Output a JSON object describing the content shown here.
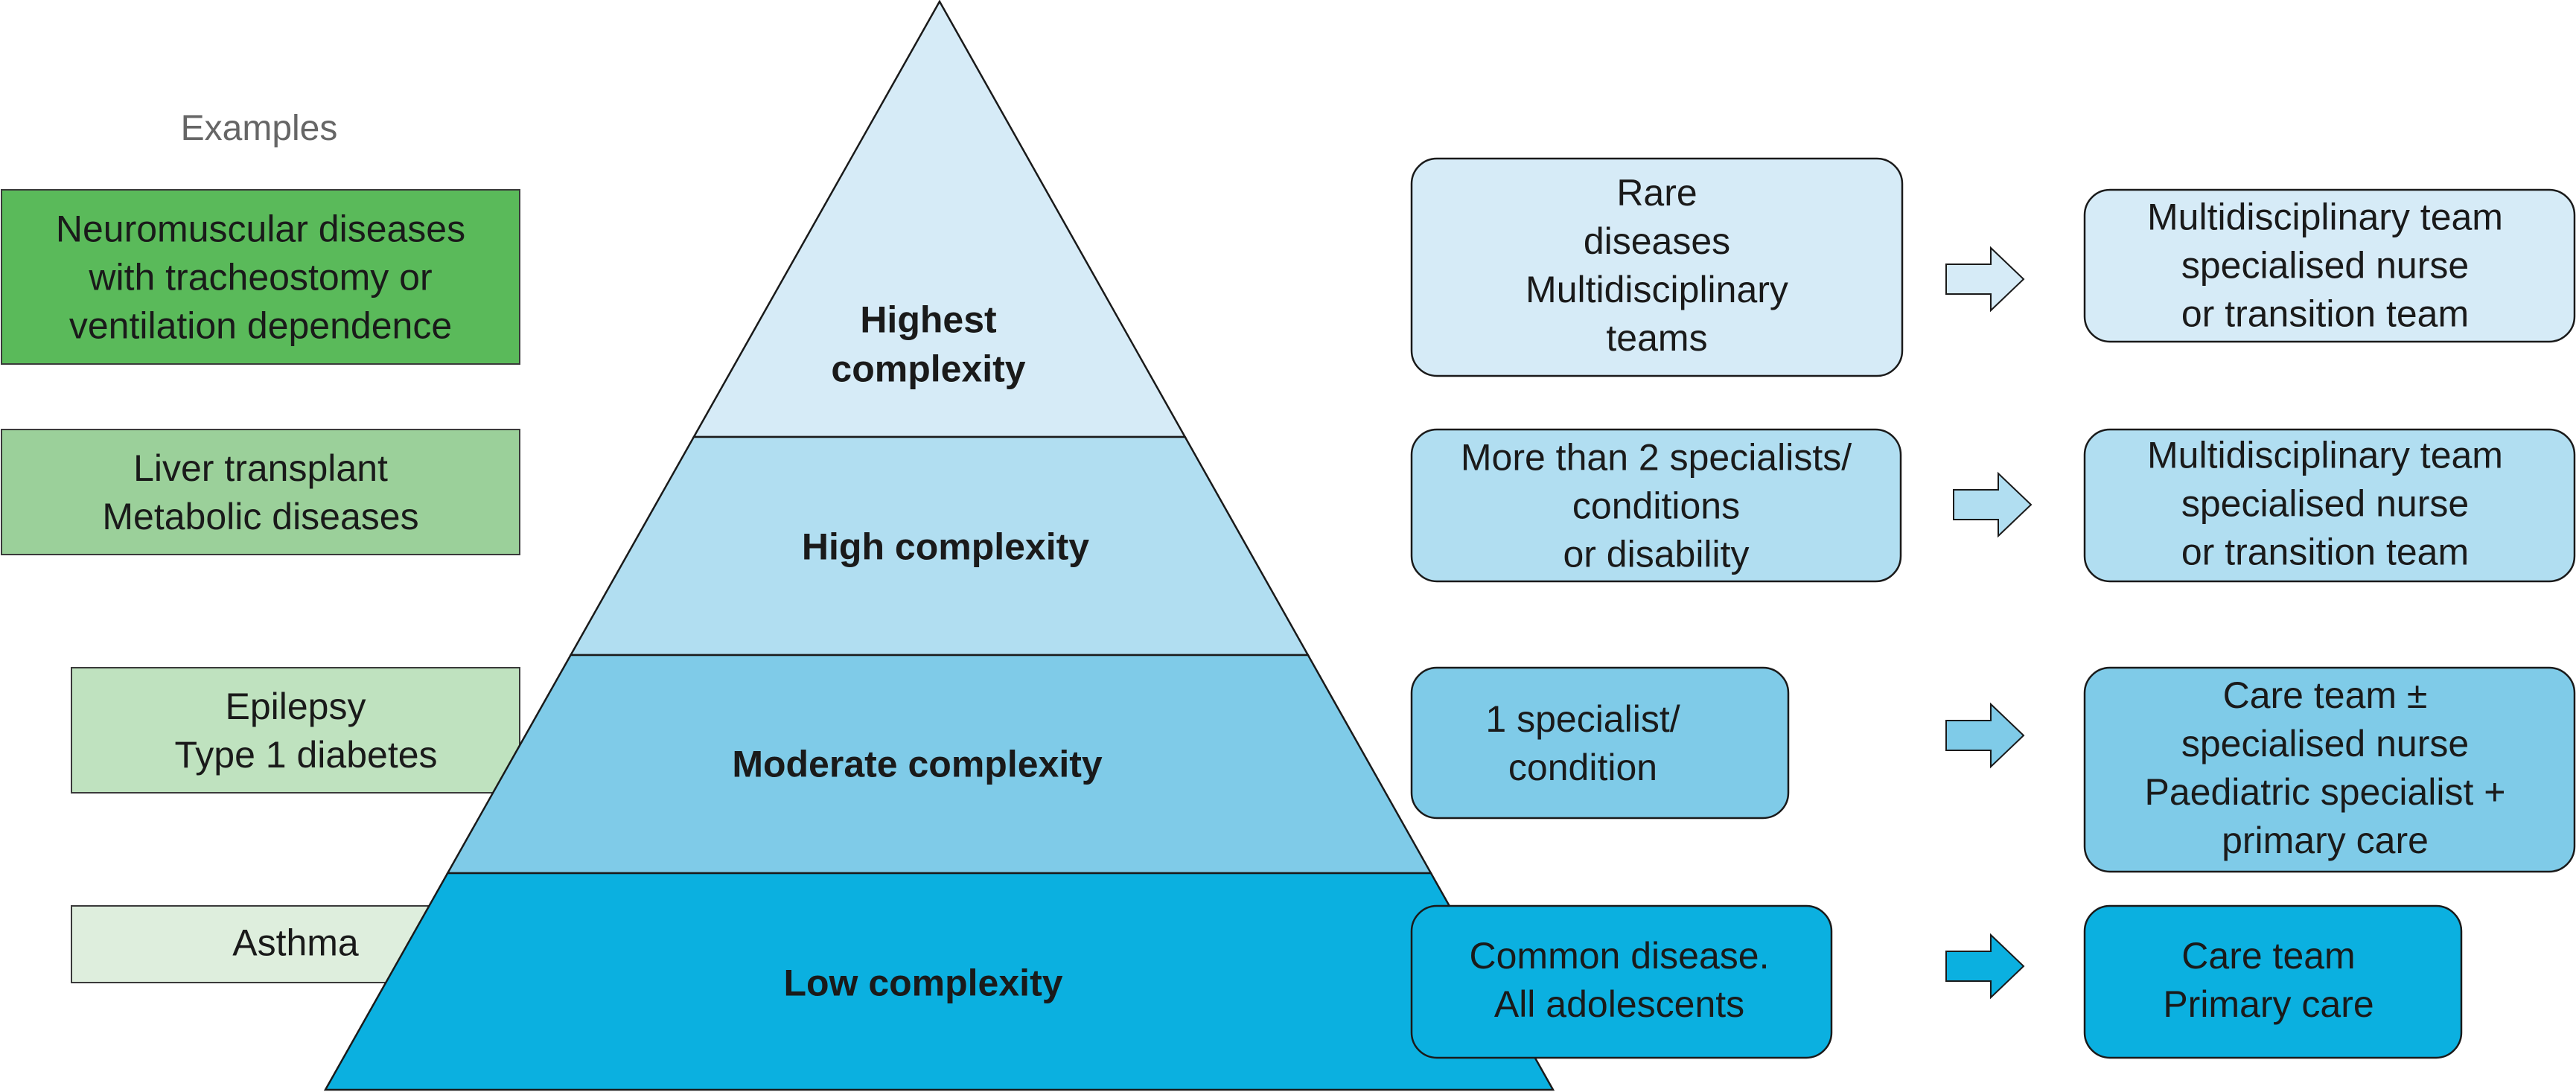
{
  "examples_heading": "Examples",
  "examples": [
    {
      "lines": [
        "Neuromuscular diseases",
        "with tracheostomy or",
        "ventilation dependence"
      ],
      "color": "#5aba5a"
    },
    {
      "lines": [
        "Liver transplant",
        "Metabolic diseases"
      ],
      "color": "#9bd09a"
    },
    {
      "lines": [
        "Epilepsy",
        "Type 1 diabetes"
      ],
      "color": "#bfe2bf"
    },
    {
      "lines": [
        "Asthma"
      ],
      "color": "#deeedd"
    }
  ],
  "pyramid_levels": [
    {
      "lines": [
        "Highest",
        "complexity"
      ],
      "color": "#d6ebf7"
    },
    {
      "lines": [
        "High complexity"
      ],
      "color": "#b1def1"
    },
    {
      "lines": [
        "Moderate complexity"
      ],
      "color": "#7fcbe8"
    },
    {
      "lines": [
        "Low complexity"
      ],
      "color": "#0bb0e0"
    }
  ],
  "criteria": [
    {
      "lines": [
        "Rare",
        "diseases",
        "Multidisciplinary",
        "teams"
      ],
      "color": "#d6ebf7"
    },
    {
      "lines": [
        "More than 2 specialists/",
        "conditions",
        "or disability"
      ],
      "color": "#b1def1"
    },
    {
      "lines": [
        "1 specialist/",
        "condition"
      ],
      "color": "#7fcbe8"
    },
    {
      "lines": [
        "Common disease.",
        "All adolescents"
      ],
      "color": "#0bb0e0"
    }
  ],
  "teams": [
    {
      "lines": [
        "Multidisciplinary team",
        "specialised nurse",
        "or transition team"
      ],
      "color": "#d6ebf7"
    },
    {
      "lines": [
        "Multidisciplinary team",
        "specialised nurse",
        "or transition team"
      ],
      "color": "#b1def1"
    },
    {
      "lines": [
        "Care team ±",
        "specialised nurse",
        "Paediatric specialist +",
        "primary care"
      ],
      "color": "#7fcbe8"
    },
    {
      "lines": [
        "Care team",
        "Primary care"
      ],
      "color": "#0bb0e0"
    }
  ]
}
